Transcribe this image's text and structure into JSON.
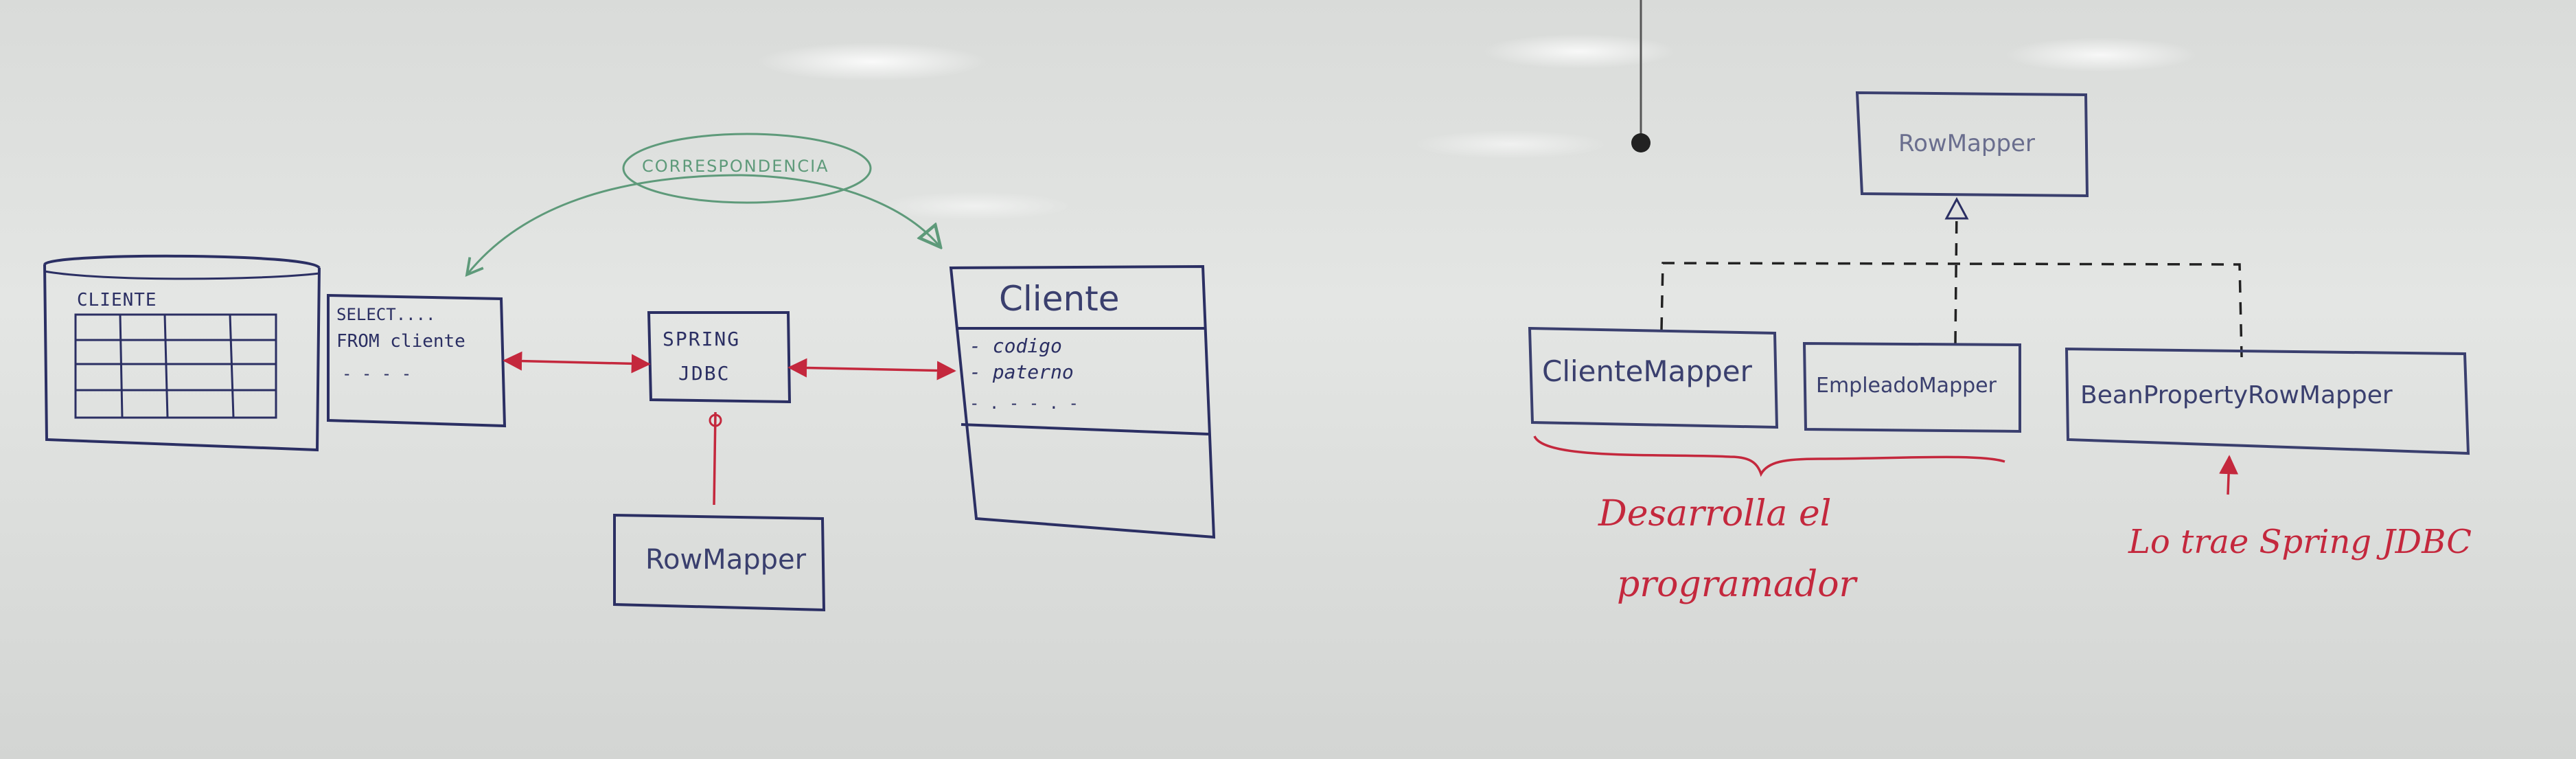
{
  "left_diagram": {
    "table_label": "CLIENTE",
    "query_lines": [
      "SELECT....",
      "FROM cliente",
      "- - - -"
    ],
    "spring_lines": [
      "SPRING",
      "JDBC"
    ],
    "correspondence_label": "CORRESPONDENCIA",
    "class_title": "Cliente",
    "class_attributes": [
      "- codigo",
      "- paterno",
      "- . - - . -"
    ],
    "rowmapper_label": "RowMapper"
  },
  "right_diagram": {
    "interface_label": "RowMapper",
    "impl_labels": [
      "ClienteMapper",
      "EmpleadoMapper",
      "BeanPropertyRowMapper"
    ],
    "note_developer": [
      "Desarrolla el",
      "programador"
    ],
    "note_spring": "Lo trae Spring JDBC"
  },
  "colors": {
    "board": "#dfe1df",
    "blue_marker": "#2b2f63",
    "red_marker": "#c4283d",
    "green_marker": "#5e9a7a"
  }
}
